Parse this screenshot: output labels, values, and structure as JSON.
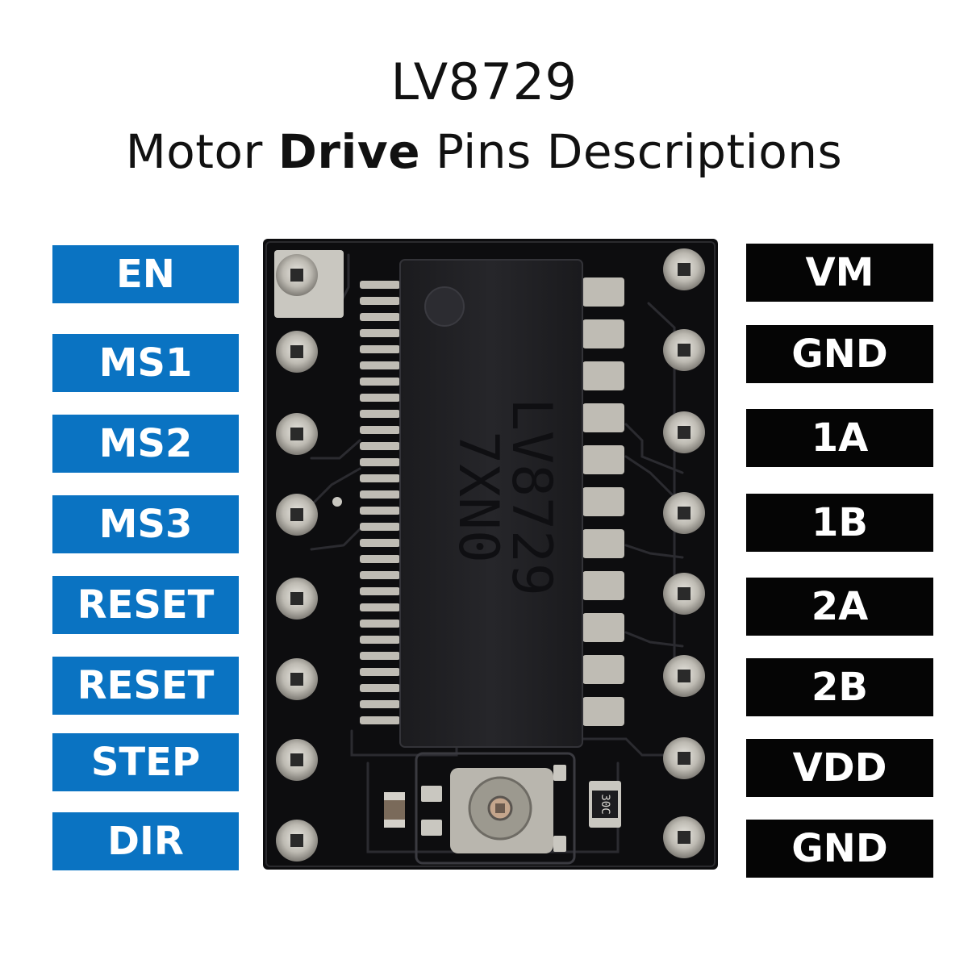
{
  "title": {
    "line1": "LV8729",
    "line2_before": "Motor ",
    "line2_bold": "Drive",
    "line2_after": " Pins Descriptions"
  },
  "left_pins": [
    "EN",
    "MS1",
    "MS2",
    "MS3",
    "RESET",
    "RESET",
    "STEP",
    "DIR"
  ],
  "right_pins": [
    "VM",
    "GND",
    "1A",
    "1B",
    "2A",
    "2B",
    "VDD",
    "GND"
  ],
  "chip": {
    "marking_line1": "LV8729",
    "marking_line2": "7XN0"
  },
  "board": {
    "resistor_marking": "30C"
  },
  "colors": {
    "left_label_bg": "#0a73c2",
    "right_label_bg": "#050505",
    "label_text": "#ffffff",
    "pcb": "#0d0d0f",
    "chip": "#222225",
    "pad": "#c9c7c0"
  }
}
